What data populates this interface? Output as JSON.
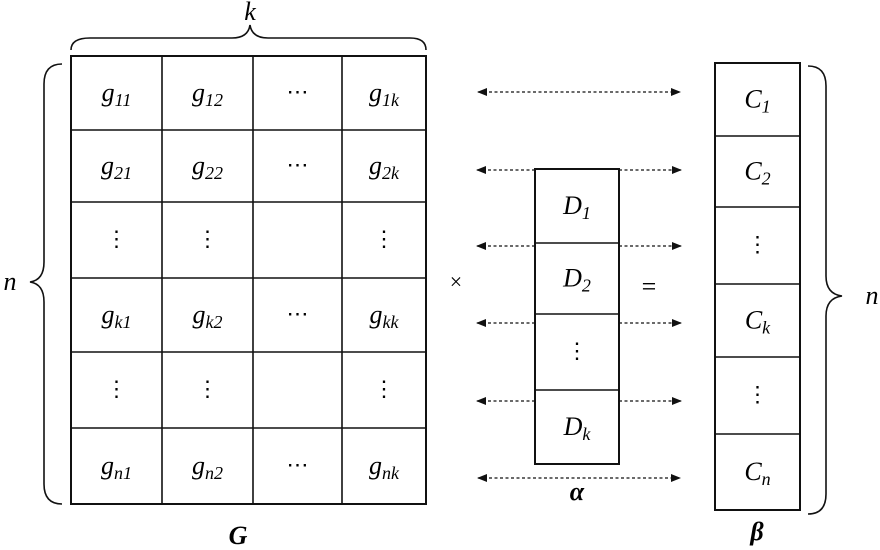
{
  "labels": {
    "k": "k",
    "n_left": "n",
    "n_right": "n",
    "times": "×",
    "equals": "=",
    "matrix_G": "G",
    "vector_alpha": "α",
    "vector_beta": "β"
  },
  "G_rows": [
    [
      {
        "b": "g",
        "s": "11"
      },
      {
        "b": "g",
        "s": "12"
      },
      {
        "b": "⋯",
        "s": ""
      },
      {
        "b": "g",
        "s": "1k"
      }
    ],
    [
      {
        "b": "g",
        "s": "21"
      },
      {
        "b": "g",
        "s": "22"
      },
      {
        "b": "⋯",
        "s": ""
      },
      {
        "b": "g",
        "s": "2k"
      }
    ],
    [
      {
        "b": "⋮",
        "s": ""
      },
      {
        "b": "⋮",
        "s": ""
      },
      {
        "b": "",
        "s": ""
      },
      {
        "b": "⋮",
        "s": ""
      }
    ],
    [
      {
        "b": "g",
        "s": "k1"
      },
      {
        "b": "g",
        "s": "k2"
      },
      {
        "b": "⋯",
        "s": ""
      },
      {
        "b": "g",
        "s": "kk"
      }
    ],
    [
      {
        "b": "⋮",
        "s": ""
      },
      {
        "b": "⋮",
        "s": ""
      },
      {
        "b": "",
        "s": ""
      },
      {
        "b": "⋮",
        "s": ""
      }
    ],
    [
      {
        "b": "g",
        "s": "n1"
      },
      {
        "b": "g",
        "s": "n2"
      },
      {
        "b": "⋯",
        "s": ""
      },
      {
        "b": "g",
        "s": "nk"
      }
    ]
  ],
  "alpha": [
    {
      "b": "D",
      "s": "1"
    },
    {
      "b": "D",
      "s": "2"
    },
    {
      "b": "⋮",
      "s": ""
    },
    {
      "b": "D",
      "s": "k"
    }
  ],
  "beta": [
    {
      "b": "C",
      "s": "1"
    },
    {
      "b": "C",
      "s": "2"
    },
    {
      "b": "⋮",
      "s": ""
    },
    {
      "b": "C",
      "s": "k"
    },
    {
      "b": "⋮",
      "s": ""
    },
    {
      "b": "C",
      "s": "n"
    }
  ],
  "colors": {
    "ink": "#111111",
    "background": "#ffffff"
  }
}
